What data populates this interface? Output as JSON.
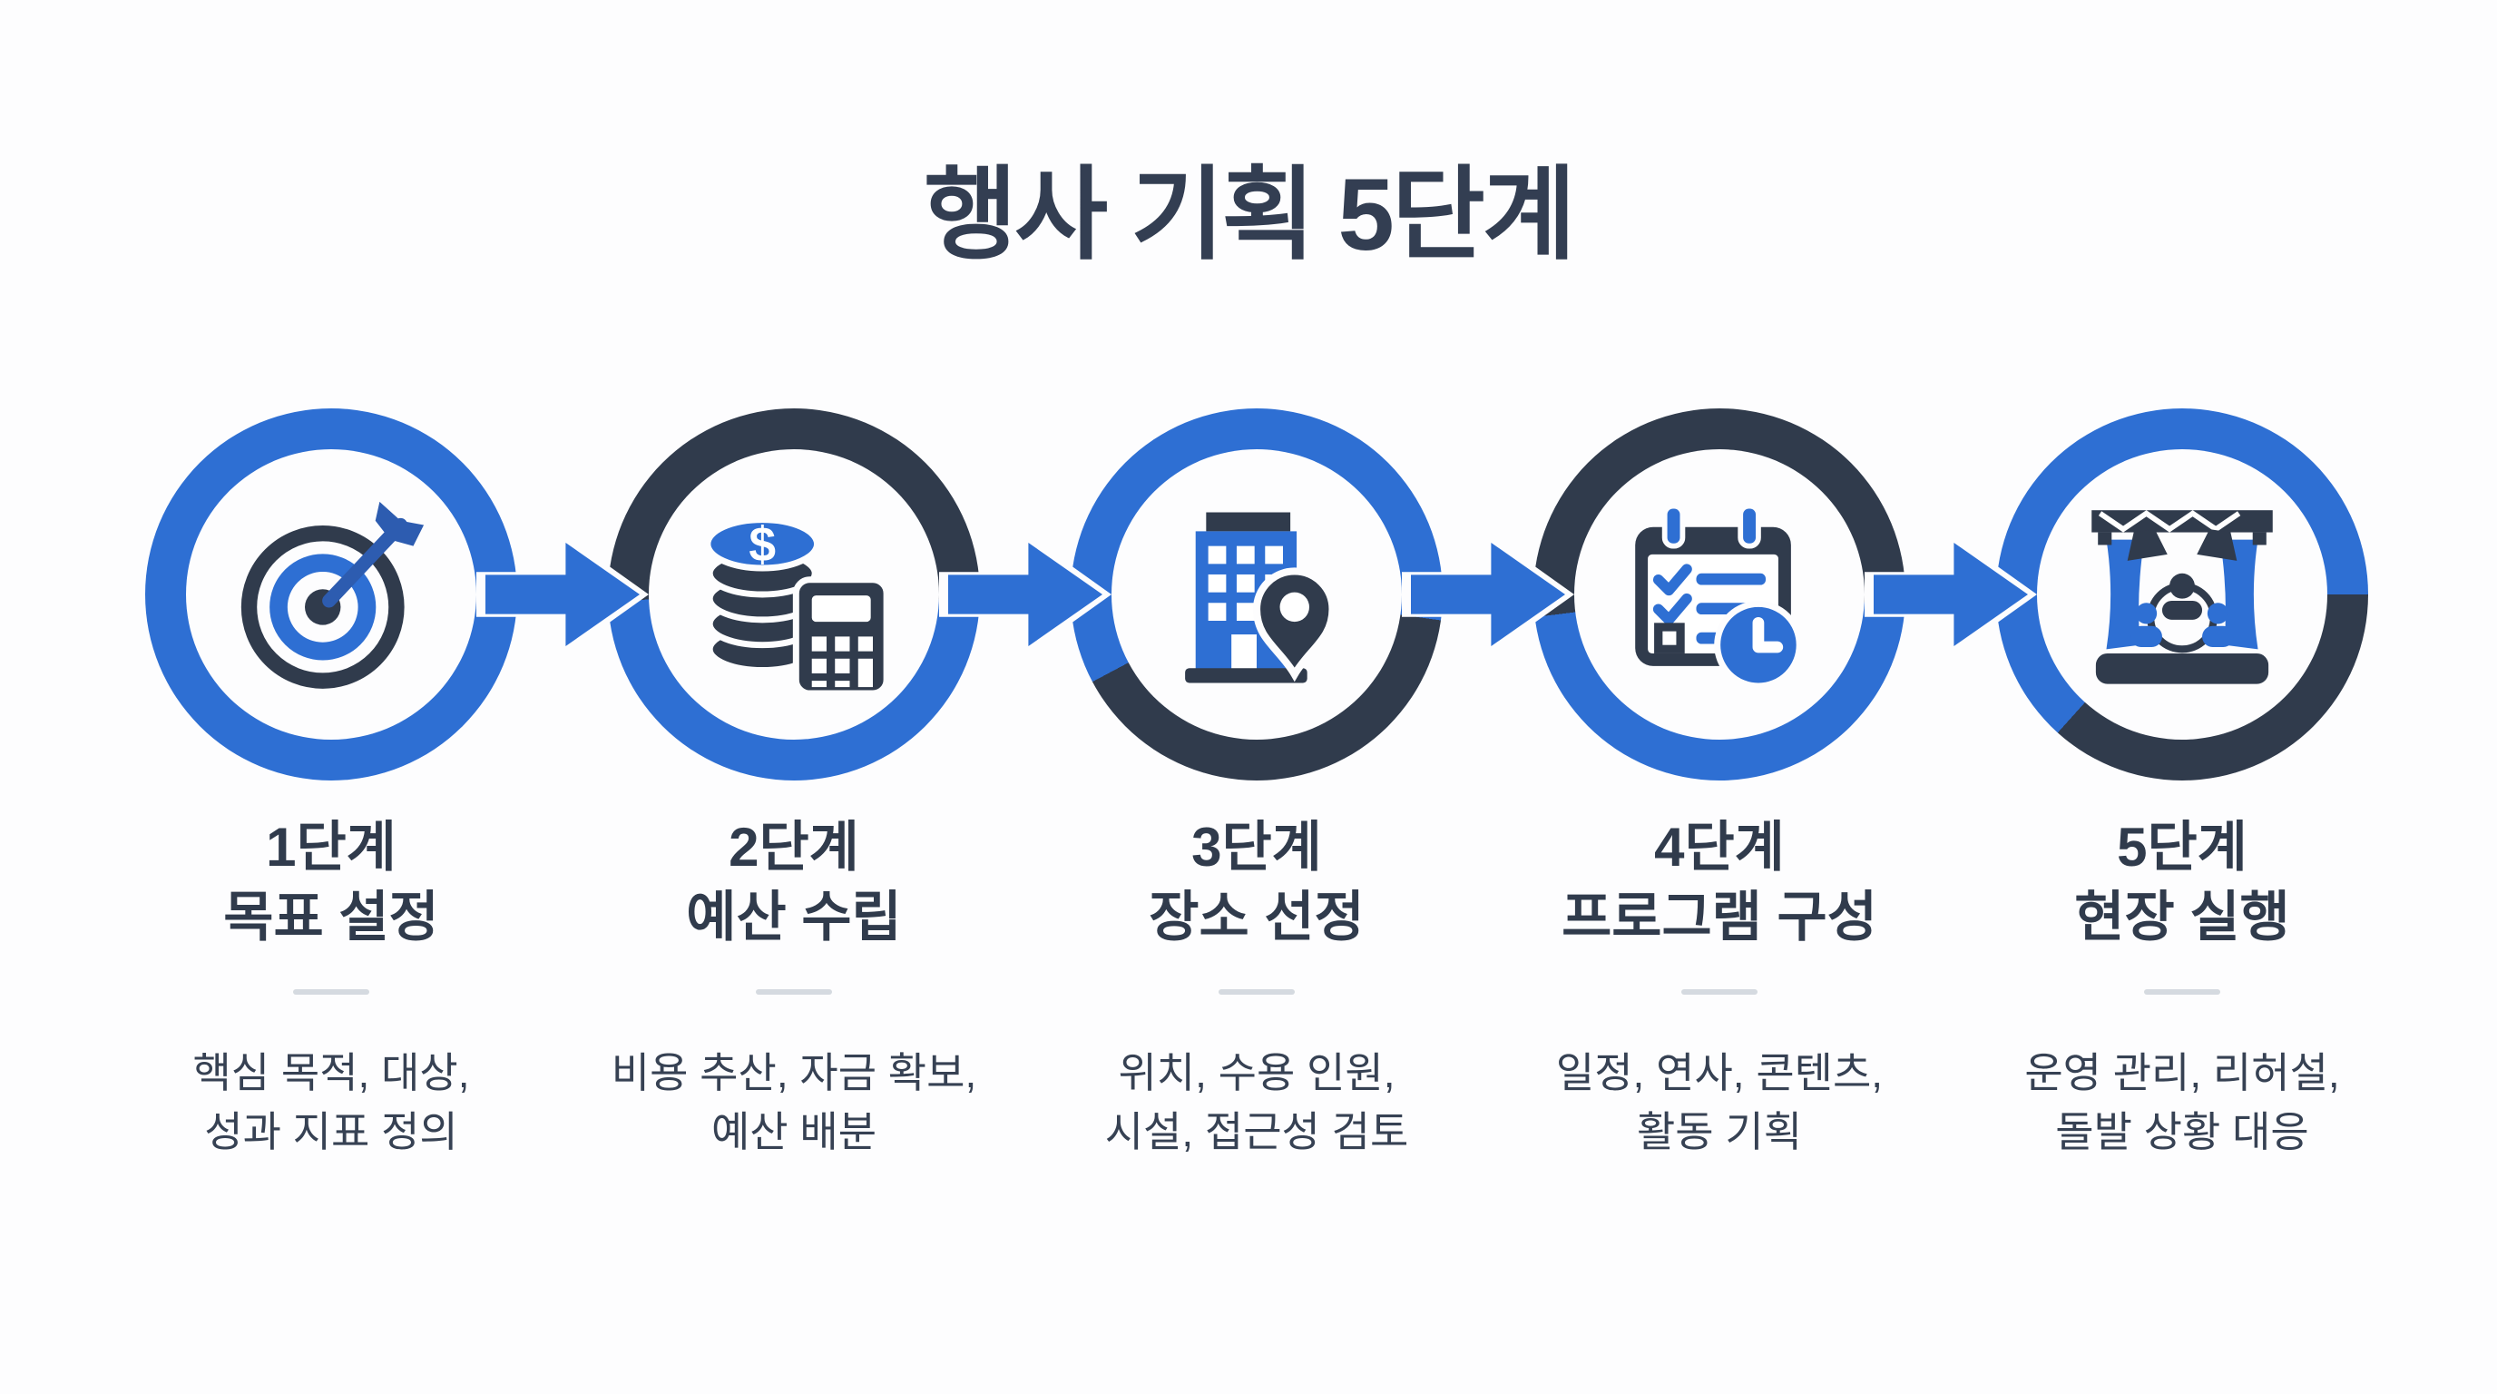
{
  "title": "행사 기획 5단계",
  "colors": {
    "accent_blue": "#2e6fd3",
    "dark_navy": "#303b4c",
    "title_navy": "#333e52",
    "divider_gray": "#d5dae0",
    "background": "#fdfdfe"
  },
  "steps": [
    {
      "icon": "target-arrow-icon",
      "title": "1단계\n목표 설정",
      "description": "핵심 목적, 대상,\n성과 지표 정의"
    },
    {
      "icon": "coins-calculator-icon",
      "title": "2단계\n예산 수립",
      "description": "비용 추산, 자금 확보,\n예산 배분"
    },
    {
      "icon": "building-pin-icon",
      "title": "3단계\n장소 선정",
      "description": "위치, 수용 인원,\n시설, 접근성 검토"
    },
    {
      "icon": "calendar-clock-icon",
      "title": "4단계\n프로그램 구성",
      "description": "일정, 연사, 콘텐츠,\n활동 기획"
    },
    {
      "icon": "stage-icon",
      "title": "5단계\n현장 실행",
      "description": "운영 관리, 리허설,\n돌발 상황 대응"
    }
  ]
}
